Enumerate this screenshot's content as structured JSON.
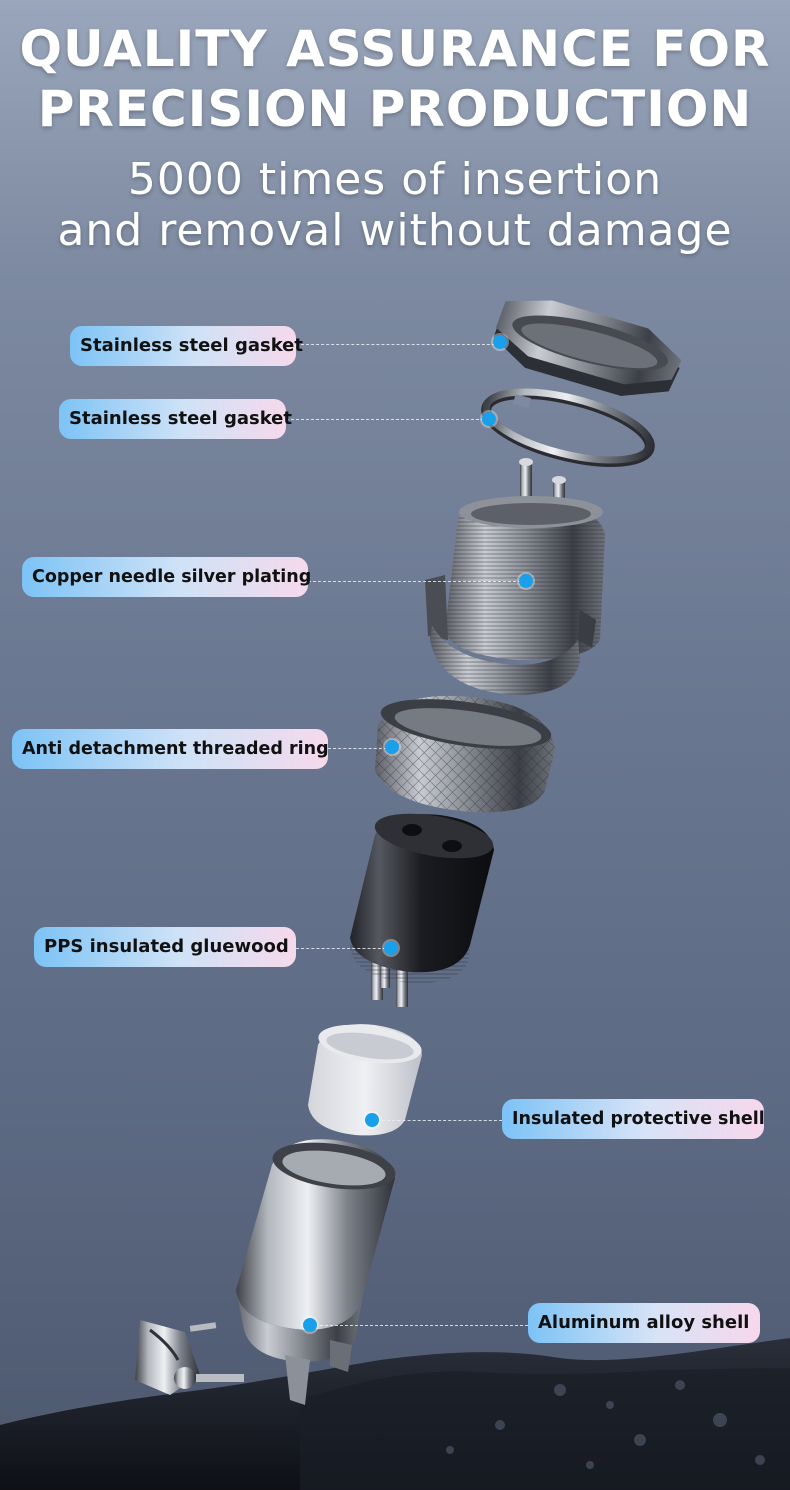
{
  "header": {
    "title_line1": "QUALITY ASSURANCE  FOR",
    "title_line2": "PRECISION PRODUCTION",
    "subtitle_line1": "5000 times of insertion",
    "subtitle_line2": "and removal without damage"
  },
  "labels": {
    "gasket_1": "Stainless steel gasket",
    "gasket_2": "Stainless steel gasket",
    "copper_needle": "Copper needle silver plating",
    "threaded_ring": "Anti detachment threaded ring",
    "pps_gluewood": "PPS insulated gluewood",
    "protective_shell": "Insulated protective shell",
    "aluminum_shell": "Aluminum alloy shell"
  },
  "colors": {
    "accent_dot": "#1aa0ea",
    "label_gradient_start": "#7cc3f6",
    "label_gradient_end": "#f6d9ec"
  }
}
